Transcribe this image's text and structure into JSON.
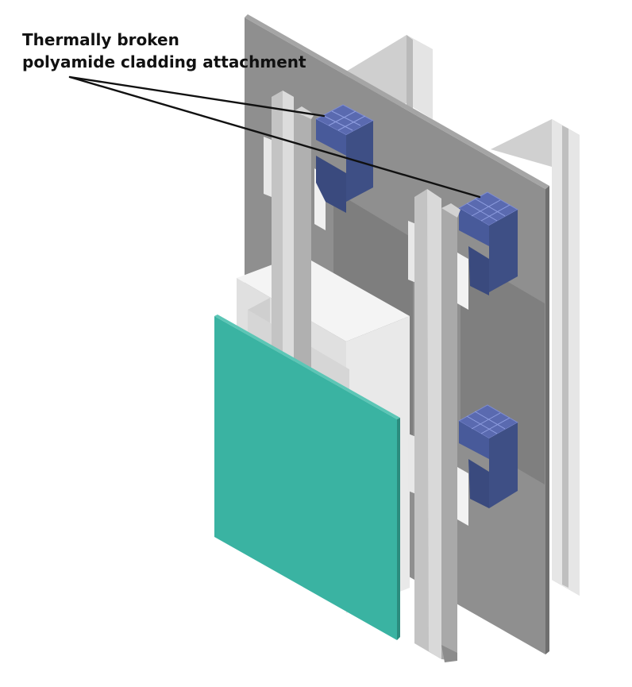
{
  "annotation": {
    "line1": "Thermally broken",
    "line2": "polyamide cladding attachment"
  },
  "colors": {
    "background": "#ffffff",
    "wall": "#8f8f8f",
    "stud": "#c8c8c8",
    "insulation": "#e6e6e6",
    "bracket": "#3e4f85",
    "bracket_edge": "#6d7cc3",
    "panel": "#3ab3a2",
    "leader": "#111111"
  },
  "components": [
    {
      "name": "back-wall-sheathing",
      "label": ""
    },
    {
      "name": "steel-stud",
      "label": ""
    },
    {
      "name": "insulation-block",
      "label": ""
    },
    {
      "name": "vertical-rail",
      "label": ""
    },
    {
      "name": "polyamide-bracket",
      "label": ""
    },
    {
      "name": "cladding-panel",
      "label": ""
    }
  ]
}
